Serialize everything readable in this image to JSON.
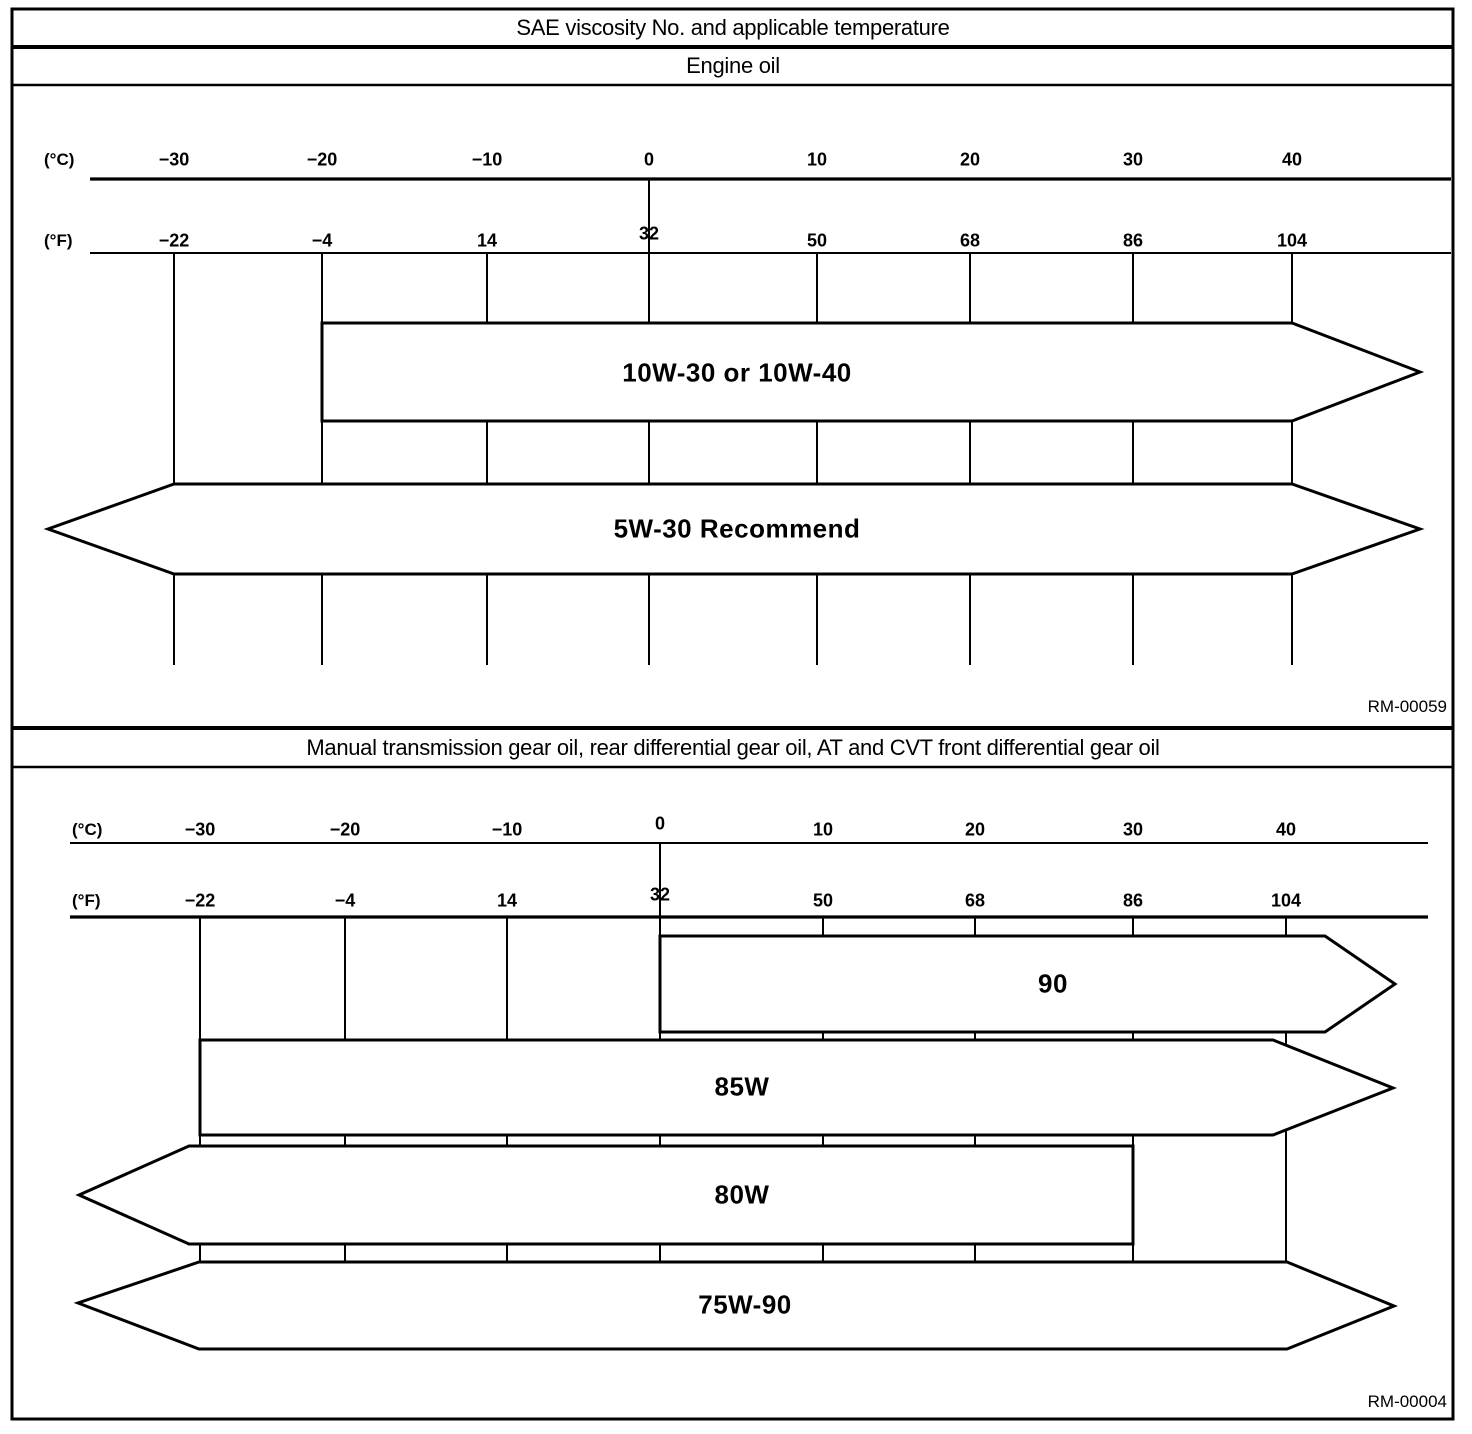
{
  "header": {
    "row1": "SAE viscosity No. and applicable temperature",
    "row2": "Engine oil"
  },
  "engine_oil_chart": {
    "unit_c": "(°C)",
    "unit_f": "(°F)",
    "c_labels": [
      "−30",
      "−20",
      "−10",
      "0",
      "10",
      "20",
      "30",
      "40"
    ],
    "f_labels": [
      "−22",
      "−4",
      "14",
      "32",
      "50",
      "68",
      "86",
      "104"
    ],
    "bands": {
      "b1": "10W-30 or 10W-40",
      "b2": "5W-30 Recommend"
    },
    "ref": "RM-00059"
  },
  "gear_oil_chart": {
    "title": "Manual transmission gear oil, rear differential gear oil, AT and CVT front differential gear oil",
    "unit_c": "(°C)",
    "unit_f": "(°F)",
    "c_labels": [
      "−30",
      "−20",
      "−10",
      "0",
      "10",
      "20",
      "30",
      "40"
    ],
    "f_labels": [
      "−22",
      "−4",
      "14",
      "32",
      "50",
      "68",
      "86",
      "104"
    ],
    "bands": {
      "b1": "90",
      "b2": "85W",
      "b3": "80W",
      "b4": "75W-90"
    },
    "ref": "RM-00004"
  },
  "chart_data": [
    {
      "type": "bar",
      "title": "Engine oil",
      "subtitle": "SAE viscosity No. and applicable temperature",
      "orientation": "horizontal-temperature-ranges",
      "x_axis_celsius": [
        -30,
        -20,
        -10,
        0,
        10,
        20,
        30,
        40
      ],
      "x_axis_fahrenheit": [
        -22,
        -4,
        14,
        32,
        50,
        68,
        86,
        104
      ],
      "grid": true,
      "series": [
        {
          "name": "10W-30 or 10W-40",
          "min_c": -20,
          "max_c": 40,
          "arrow_low": false,
          "arrow_high": true
        },
        {
          "name": "5W-30 Recommend",
          "min_c": -30,
          "max_c": 40,
          "arrow_low": true,
          "arrow_high": true
        }
      ],
      "figure_ref": "RM-00059"
    },
    {
      "type": "bar",
      "title": "Manual transmission gear oil, rear differential gear oil, AT and CVT front differential gear oil",
      "orientation": "horizontal-temperature-ranges",
      "x_axis_celsius": [
        -30,
        -20,
        -10,
        0,
        10,
        20,
        30,
        40
      ],
      "x_axis_fahrenheit": [
        -22,
        -4,
        14,
        32,
        50,
        68,
        86,
        104
      ],
      "grid": true,
      "series": [
        {
          "name": "90",
          "min_c": 0,
          "max_c": 40,
          "arrow_low": false,
          "arrow_high": true
        },
        {
          "name": "85W",
          "min_c": -30,
          "max_c": 40,
          "arrow_low": false,
          "arrow_high": true
        },
        {
          "name": "80W",
          "min_c": -30,
          "max_c": 30,
          "arrow_low": true,
          "arrow_high": false
        },
        {
          "name": "75W-90",
          "min_c": -30,
          "max_c": 40,
          "arrow_low": true,
          "arrow_high": true
        }
      ],
      "figure_ref": "RM-00004"
    }
  ]
}
